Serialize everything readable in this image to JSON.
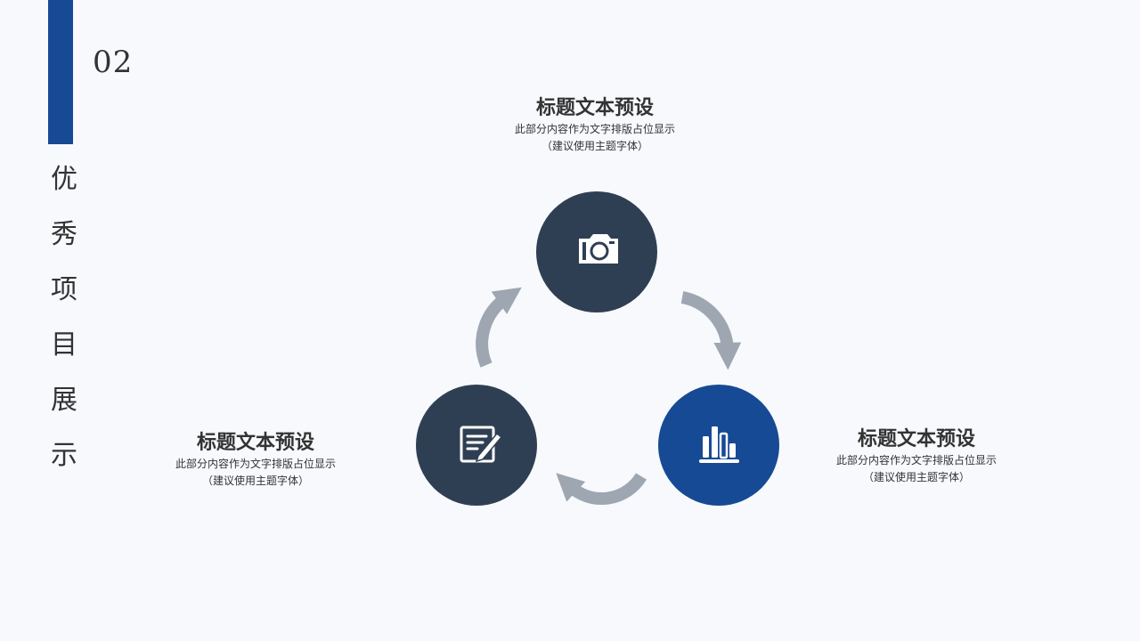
{
  "section": {
    "number": "02",
    "title_chars": [
      "优",
      "秀",
      "项",
      "目",
      "展",
      "示"
    ]
  },
  "blocks": [
    {
      "title": "标题文本预设",
      "line1": "此部分内容作为文字排版占位显示",
      "line2": "（建议使用主题字体）"
    },
    {
      "title": "标题文本预设",
      "line1": "此部分内容作为文字排版占位显示",
      "line2": "（建议使用主题字体）"
    },
    {
      "title": "标题文本预设",
      "line1": "此部分内容作为文字排版占位显示",
      "line2": "（建议使用主题字体）"
    }
  ],
  "nodes": [
    {
      "icon": "camera-icon",
      "color": "#2f3f53"
    },
    {
      "icon": "document-edit-icon",
      "color": "#2f3f53"
    },
    {
      "icon": "bar-chart-icon",
      "color": "#174a94"
    }
  ],
  "colors": {
    "accent": "#174a94",
    "dark": "#2f3f53",
    "arrow": "#9ea7b1",
    "text": "#333333",
    "background": "#f7f9fd"
  }
}
